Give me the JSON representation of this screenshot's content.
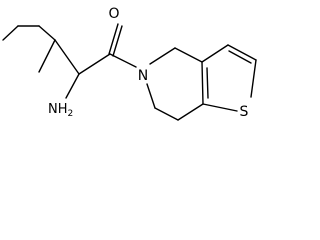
{
  "molecule": {
    "atoms": {
      "oxygen": "O",
      "amino": "NH",
      "amino_subscript": "2",
      "ring_nitrogen": "N",
      "sulfur": "S"
    },
    "colors": {
      "bond": "#000000",
      "text": "#000000",
      "background": "#ffffff"
    }
  }
}
